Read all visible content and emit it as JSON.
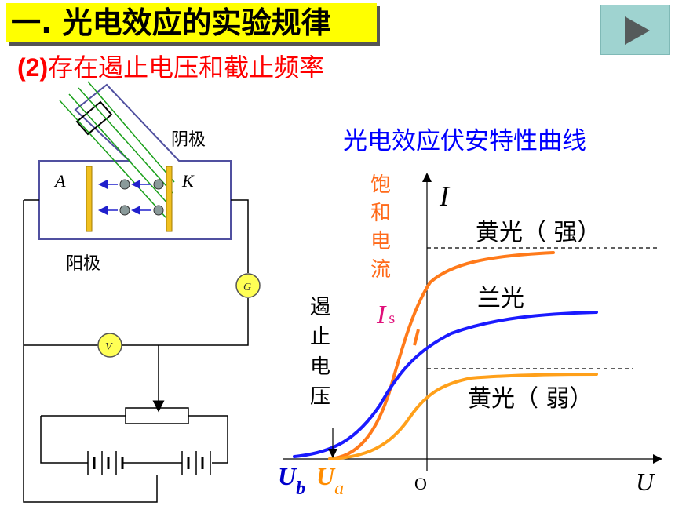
{
  "header": {
    "title": "一. 光电效应的实验规律",
    "subtitle_num": "(2)",
    "subtitle_text": "存在遏止电压和截止频率"
  },
  "circuit": {
    "cathode_label": "阴极",
    "anode_label": "阳极",
    "plate_a": "A",
    "plate_k": "K",
    "galvanometer": "G",
    "voltmeter": "V"
  },
  "graph": {
    "title": "光电效应伏安特性曲线",
    "y_axis_label": "I",
    "x_axis_label": "U",
    "origin_label": "O",
    "saturation_chars": [
      "饱",
      "和",
      "电",
      "流"
    ],
    "stopping_chars": [
      "遏",
      "止",
      "电",
      "压"
    ],
    "is_main": "I",
    "is_sub": "s",
    "ub_main": "U",
    "ub_sub": "b",
    "ua_main": "U",
    "ua_sub": "a",
    "curves": [
      {
        "name": "黄光（ 强）",
        "color": "#ff7a1a"
      },
      {
        "name": "兰光",
        "color": "#1a1aff"
      },
      {
        "name": "黄光（ 弱）",
        "color": "#ffa01a"
      }
    ]
  },
  "colors": {
    "title_bg": "#ffff00",
    "subtitle": "#ff0000",
    "graph_title": "#0000ff",
    "saturation": "#ff6a1a",
    "is_label": "#e0107a",
    "ub_label": "#0000cc",
    "ua_label": "#ff8c00",
    "plate": "#f0c020",
    "light_ray": "#1aa01a"
  }
}
